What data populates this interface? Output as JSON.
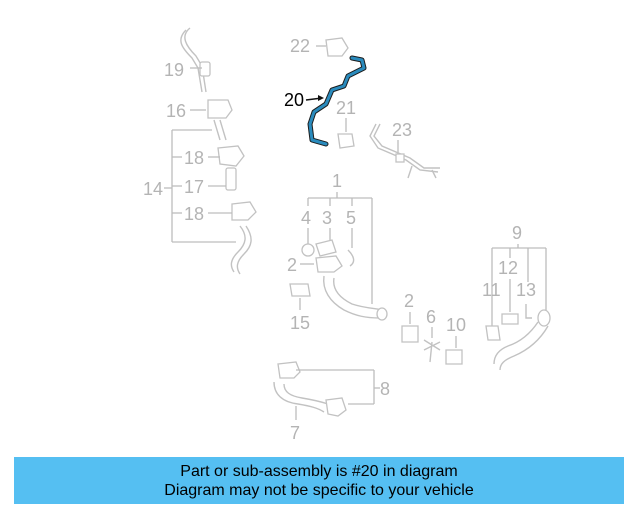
{
  "diagram": {
    "callouts": {
      "c1": "1",
      "c2a": "2",
      "c2b": "2",
      "c3": "3",
      "c4": "4",
      "c5": "5",
      "c6": "6",
      "c7": "7",
      "c8": "8",
      "c9": "9",
      "c10": "10",
      "c11": "11",
      "c12": "12",
      "c13": "13",
      "c14": "14",
      "c15": "15",
      "c16": "16",
      "c17": "17",
      "c18a": "18",
      "c18b": "18",
      "c19": "19",
      "c20": "20",
      "c21": "21",
      "c22": "22",
      "c23": "23"
    },
    "highlight_color": "#2a8bbd"
  },
  "banner": {
    "line1": "Part or sub-assembly is #20 in diagram",
    "line2": "Diagram may not be specific to your vehicle",
    "background": "#55bff2"
  }
}
